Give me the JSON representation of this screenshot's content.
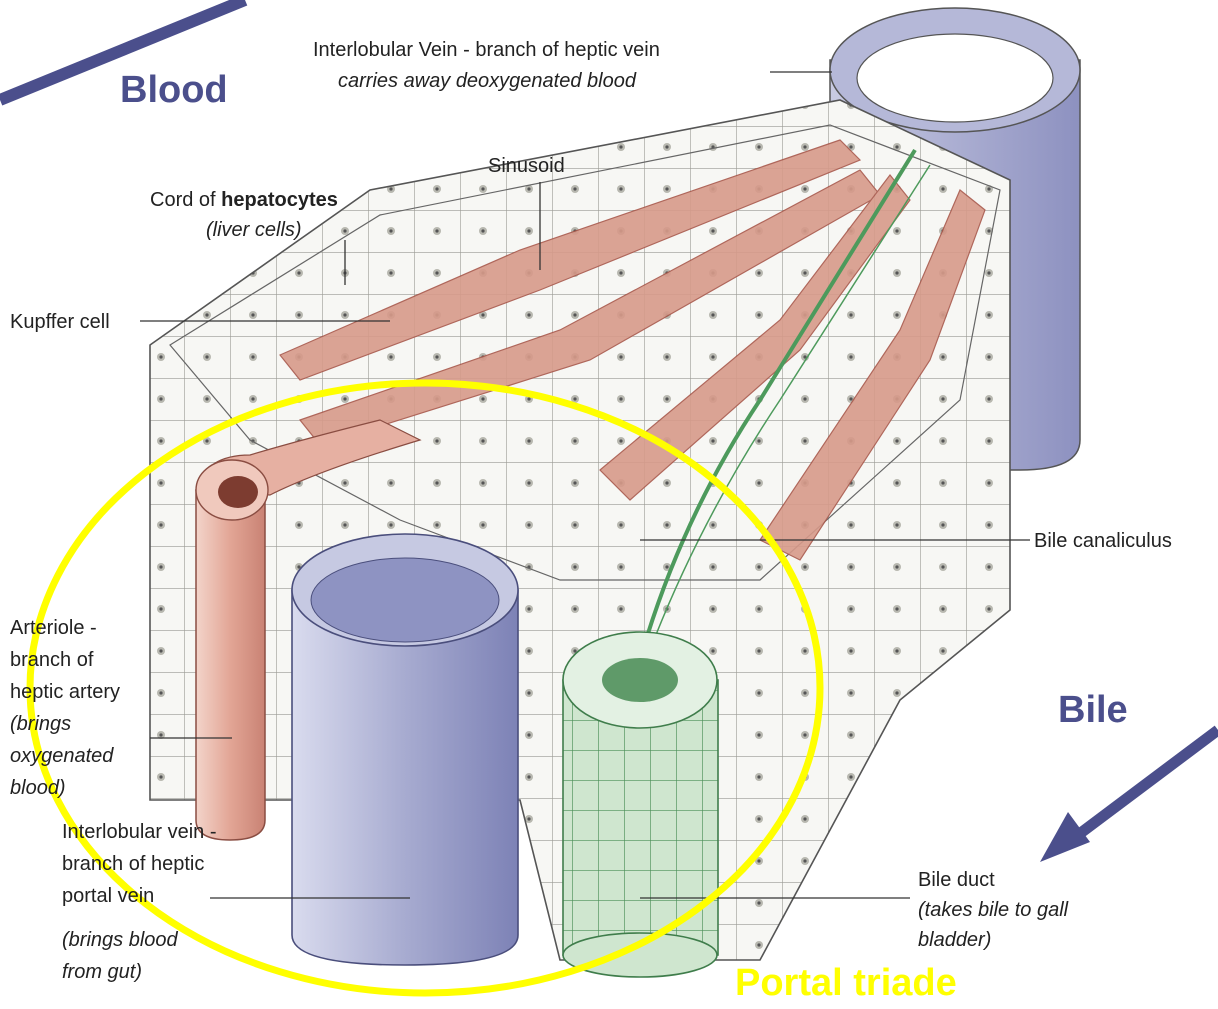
{
  "colors": {
    "accent_blue": "#4b4f8c",
    "triad_yellow": "#ffff00",
    "sinusoid_red": "#c98276",
    "bile_green": "#59a86a",
    "portal_vein_blue": "#8e93c2",
    "arteriole_red": "#d79a8a"
  },
  "overlay": {
    "blood_label": "Blood",
    "bile_label": "Bile",
    "portal_triade_label": "Portal triade"
  },
  "labels": {
    "hepatic_vein": {
      "line1": "Interlobular Vein - branch of heptic vein",
      "line2": "carries away deoxygenated blood"
    },
    "sinusoid": "Sinusoid",
    "hepatocytes": {
      "prefix": "Cord of ",
      "bold": "hepatocytes",
      "line2": "(liver cells)"
    },
    "kupffer": "Kupffer cell",
    "bile_canaliculus": "Bile canaliculus",
    "arteriole": {
      "line1": "Arteriole -",
      "line2": "branch of",
      "line3": "heptic artery",
      "line4": "(brings",
      "line5": "oxygenated",
      "line6": "blood)"
    },
    "portal_vein": {
      "line1": "Interlobular vein -",
      "line2": "branch of heptic",
      "line3": "portal vein",
      "line4": "(brings blood",
      "line5": "from gut)"
    },
    "bile_duct": {
      "line1": "Bile duct",
      "line2": "(takes bile to gall",
      "line3": "bladder)"
    }
  }
}
